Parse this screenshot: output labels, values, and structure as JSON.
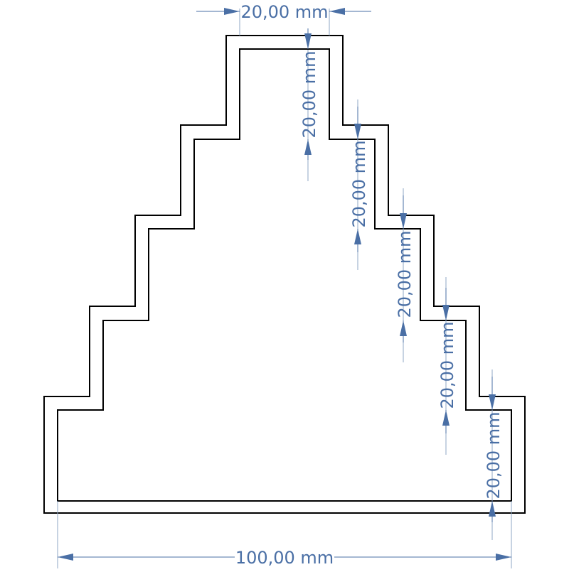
{
  "colors": {
    "outline": "#000000",
    "dimension": "#4a6fa5",
    "extension": "#8fa7c6",
    "background": "#ffffff"
  },
  "dimensions": {
    "top_width": "20,00 mm",
    "step_1": "20,00 mm",
    "step_2": "20,00 mm",
    "step_3": "20,00 mm",
    "step_4": "20,00 mm",
    "step_5": "20,00 mm",
    "base_width": "100,00 mm"
  }
}
